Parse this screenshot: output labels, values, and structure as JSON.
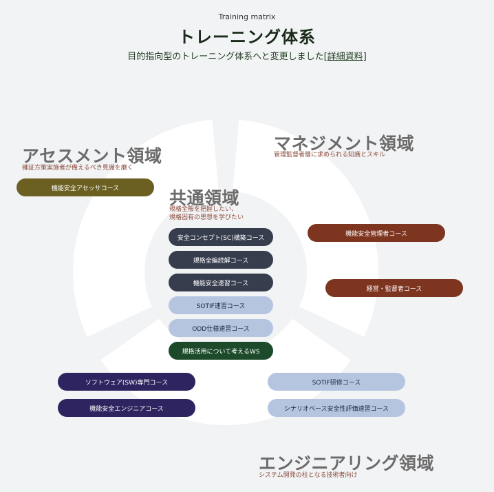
{
  "header": {
    "subtitle": "Training matrix",
    "title": "トレーニング体系",
    "description": "目的指向型のトレーニング体系へと変更しました",
    "link_prefix": "[",
    "link_label": "詳細資料",
    "link_suffix": "]"
  },
  "colors": {
    "background": "#f2f3f5",
    "ring": "#ffffff",
    "olive": "#6b5f22",
    "rust": "#7e3520",
    "slate": "#363d4d",
    "lightblue": "#b5c5e0",
    "forest": "#1c4a2a",
    "indigo": "#2e2560"
  },
  "areas": {
    "assessment": {
      "title": "アセスメント領域",
      "description": "確証方策実施者が備えるべき見識を磨く",
      "courses": [
        {
          "label": "機能安全アセッサコース",
          "color": "olive"
        }
      ]
    },
    "management": {
      "title": "マネジメント領域",
      "description": "管理監督者層に求められる知識とスキル",
      "courses": [
        {
          "label": "機能安全管理者コース",
          "color": "rust"
        },
        {
          "label": "経営・監督者コース",
          "color": "rust"
        }
      ]
    },
    "common": {
      "title": "共通領域",
      "description_line1": "規格全般を把握したい、",
      "description_line2": "規格固有の思想を学びたい",
      "courses": [
        {
          "label": "安全コンセプト(SC)構築コース",
          "color": "slate"
        },
        {
          "label": "規格全編読解コース",
          "color": "slate"
        },
        {
          "label": "機能安全速習コース",
          "color": "slate"
        },
        {
          "label": "SOTIF速習コース",
          "color": "lightblue"
        },
        {
          "label": "ODD仕様速習コース",
          "color": "lightblue"
        },
        {
          "label": "規格活用について考えるWS",
          "color": "forest"
        }
      ]
    },
    "engineering": {
      "title": "エンジニアリング領域",
      "description": "システム開発の柱となる技術者向け",
      "courses": [
        {
          "label": "ソフトウェア(SW)専門コース",
          "color": "indigo"
        },
        {
          "label": "機能安全エンジニアコース",
          "color": "indigo"
        },
        {
          "label": "SOTIF研修コース",
          "color": "lightblue"
        },
        {
          "label": "シナリオベース安全性評価速習コース",
          "color": "lightblue"
        }
      ]
    }
  }
}
